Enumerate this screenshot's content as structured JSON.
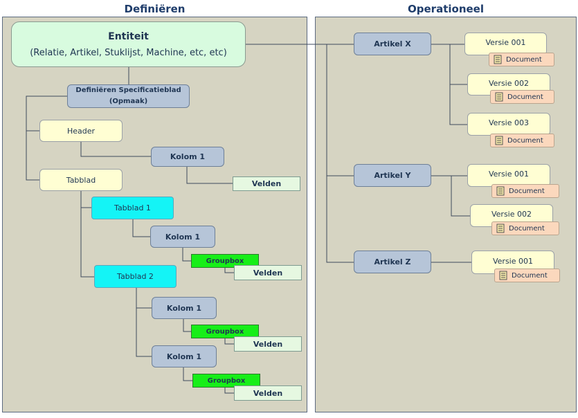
{
  "panels": {
    "left_title": "Definiëren",
    "right_title": "Operationeel"
  },
  "entity": {
    "title": "Entiteit",
    "subtitle": "(Relatie, Artikel, Stuklijst, Machine, etc, etc)"
  },
  "spec": {
    "line1": "Definiëren Specificatieblad",
    "line2": "(Opmaak)"
  },
  "left": {
    "header": "Header",
    "header_kolom": "Kolom 1",
    "header_velden": "Velden",
    "tabblad": "Tabblad",
    "tabblad1": "Tabblad 1",
    "t1_kolom": "Kolom 1",
    "t1_groupbox": "Groupbox",
    "t1_velden": "Velden",
    "tabblad2": "Tabblad 2",
    "t2_kolom_a": "Kolom 1",
    "t2_groupbox_a": "Groupbox",
    "t2_velden_a": "Velden",
    "t2_kolom_b": "Kolom 1",
    "t2_groupbox_b": "Groupbox",
    "t2_velden_b": "Velden"
  },
  "right": {
    "articles": [
      {
        "name": "Artikel X",
        "versions": [
          {
            "label": "Versie 001",
            "doc": "Document"
          },
          {
            "label": "Versie 002",
            "doc": "Document"
          },
          {
            "label": "Versie 003",
            "doc": "Document"
          }
        ]
      },
      {
        "name": "Artikel Y",
        "versions": [
          {
            "label": "Versie 001",
            "doc": "Document"
          },
          {
            "label": "Versie 002",
            "doc": "Document"
          }
        ]
      },
      {
        "name": "Artikel Z",
        "versions": [
          {
            "label": "Versie 001",
            "doc": "Document"
          }
        ]
      }
    ]
  },
  "icons": [
    "document-icon"
  ],
  "colors": {
    "panel": "#d6d4c2",
    "blue_node": "#b6c5d8",
    "cream_node": "#fffed3",
    "cyan_node": "#14f4f6",
    "green_node": "#17ee18",
    "velden_node": "#e6f8e1",
    "document_node": "#fbd8bd",
    "entity_node": "#d8fbdf"
  }
}
